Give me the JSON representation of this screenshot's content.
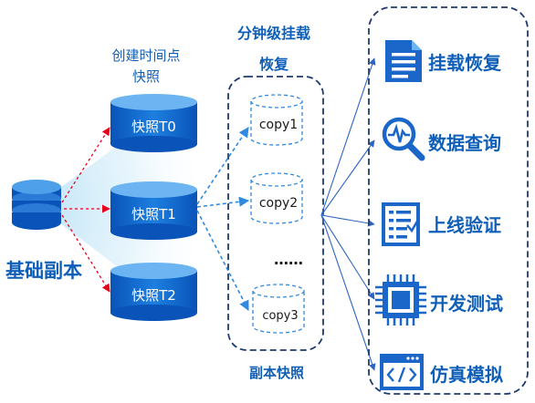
{
  "base": {
    "label": "基础副本"
  },
  "snapshot_group": {
    "line1": "创建时间点",
    "line2": "快照"
  },
  "snapshots": [
    {
      "label": "快照T0"
    },
    {
      "label": "快照T1"
    },
    {
      "label": "快照T2"
    }
  ],
  "mount": {
    "line1": "分钟级挂载",
    "line2": "恢复"
  },
  "copies": [
    {
      "label": "copy1"
    },
    {
      "label": "copy2"
    },
    {
      "label": "copy3"
    }
  ],
  "ellipsis": "……",
  "copies_caption": "副本快照",
  "uses": [
    {
      "label": "挂载恢复",
      "icon": "document-icon"
    },
    {
      "label": "数据查询",
      "icon": "search-chart-icon"
    },
    {
      "label": "上线验证",
      "icon": "checklist-icon"
    },
    {
      "label": "开发测试",
      "icon": "chip-icon"
    },
    {
      "label": "仿真模拟",
      "icon": "code-window-icon"
    }
  ],
  "colors": {
    "primary_blue": "#1b66c9",
    "cylinder_light": "#2f8ae0",
    "cylinder_top": "#6cb5f2",
    "red_arrow": "#e8001c",
    "dark_blue": "#1e3a6e",
    "text_blue": "#0f5fb8"
  }
}
